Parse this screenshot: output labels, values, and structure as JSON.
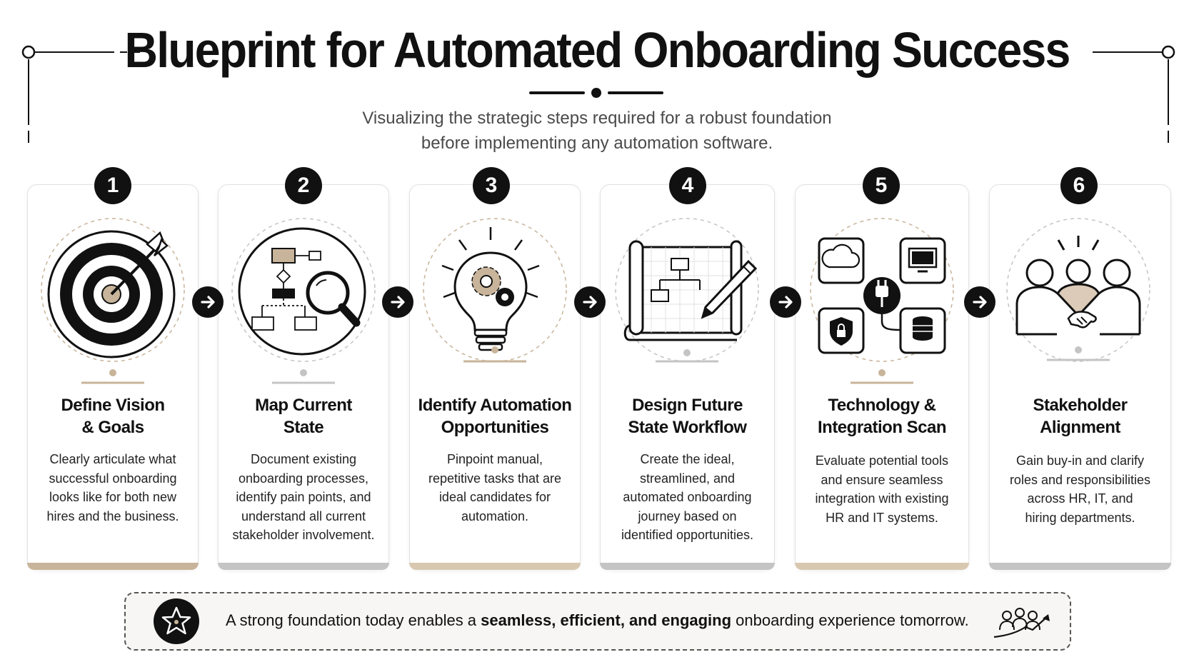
{
  "header": {
    "title": "Blueprint for Automated Onboarding Success",
    "subtitle_line1": "Visualizing the strategic steps required for a robust foundation",
    "subtitle_line2": "before implementing any automation software."
  },
  "steps": [
    {
      "number": "1",
      "title_line1": "Define Vision",
      "title_line2": "& Goals",
      "desc": [
        "Clearly articulate what",
        "successful onboarding",
        "looks like for both new",
        "hires and the business."
      ],
      "icon": "target-icon"
    },
    {
      "number": "2",
      "title_line1": "Map Current",
      "title_line2": "State",
      "desc": [
        "Document existing",
        "onboarding processes,",
        "identify pain points, and",
        "understand all current",
        "stakeholder involvement."
      ],
      "icon": "flowchart-magnifier-icon"
    },
    {
      "number": "3",
      "title_line1": "Identify Automation",
      "title_line2": "Opportunities",
      "desc": [
        "Pinpoint manual,",
        "repetitive tasks that are",
        "ideal candidates for",
        "automation."
      ],
      "icon": "lightbulb-gears-icon"
    },
    {
      "number": "4",
      "title_line1": "Design Future",
      "title_line2": "State Workflow",
      "desc": [
        "Create the ideal,",
        "streamlined, and",
        "automated onboarding",
        "journey based on",
        "identified opportunities."
      ],
      "icon": "blueprint-pencil-icon"
    },
    {
      "number": "5",
      "title_line1": "Technology &",
      "title_line2": "Integration Scan",
      "desc": [
        "Evaluate potential tools",
        "and ensure seamless",
        "integration with existing",
        "HR and IT systems."
      ],
      "icon": "integration-puzzle-icon"
    },
    {
      "number": "6",
      "title_line1": "Stakeholder",
      "title_line2": "Alignment",
      "desc": [
        "Gain buy-in and clarify",
        "roles and responsibilities",
        "across HR, IT, and",
        "hiring departments."
      ],
      "icon": "handshake-group-icon"
    }
  ],
  "footer": {
    "text_before": "A strong foundation today enables a ",
    "text_bold": "seamless, efficient, and engaging",
    "text_after": " onboarding experience tomorrow."
  },
  "colors": {
    "accent_tan": "#c8b49a",
    "accent_gray": "#c4c4c4",
    "ink": "#111111"
  }
}
